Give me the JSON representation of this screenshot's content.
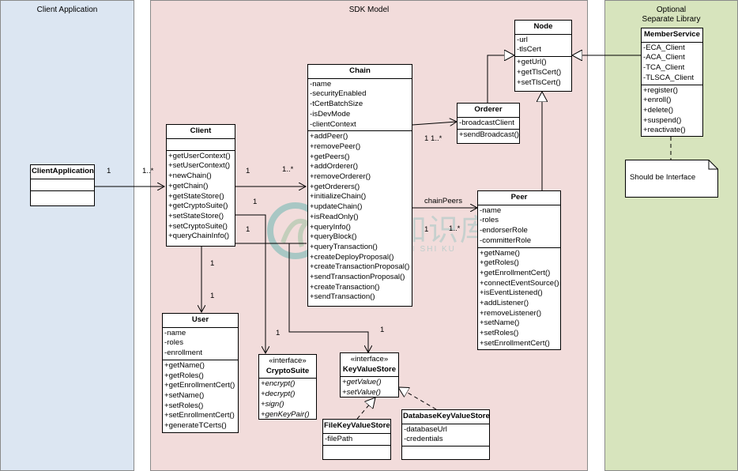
{
  "zones": {
    "client": "Client Application",
    "sdk": "SDK Model",
    "optional_line1": "Optional",
    "optional_line2": "Separate Library"
  },
  "classes": {
    "client_application": {
      "name": "ClientApplication"
    },
    "client": {
      "name": "Client",
      "methods": [
        "+getUserContext()",
        "+setUserContext()",
        "+newChain()",
        "+getChain()",
        "+getStateStore()",
        "+getCryptoSuite()",
        "+setStateStore()",
        "+setCryptoSuite()",
        "+queryChainInfo()"
      ]
    },
    "chain": {
      "name": "Chain",
      "attrs": [
        "-name",
        "-securityEnabled",
        "-tCertBatchSize",
        "-isDevMode",
        "-clientContext"
      ],
      "methods": [
        "+addPeer()",
        "+removePeer()",
        "+getPeers()",
        "+addOrderer()",
        "+removeOrderer()",
        "+getOrderers()",
        "+initializeChain()",
        "+updateChain()",
        "+isReadOnly()",
        "+queryInfo()",
        "+queryBlock()",
        "+queryTransaction()",
        "+createDeployProposal()",
        "+createTransactionProposal()",
        "+sendTransactionProposal()",
        "+createTransaction()",
        "+sendTransaction()"
      ]
    },
    "node": {
      "name": "Node",
      "attrs": [
        "-url",
        "-tlsCert"
      ],
      "methods": [
        "+getUrl()",
        "+getTlsCert()",
        "+setTlsCert()"
      ]
    },
    "orderer": {
      "name": "Orderer",
      "attrs": [
        "-broadcastClient"
      ],
      "methods": [
        "+sendBroadcast()"
      ]
    },
    "peer": {
      "name": "Peer",
      "attrs": [
        "-name",
        "-roles",
        "-endorserRole",
        "-committerRole"
      ],
      "methods": [
        "+getName()",
        "+getRoles()",
        "+getEnrollmentCert()",
        "+connectEventSource()",
        "+isEventListened()",
        "+addListener()",
        "+removeListener()",
        "+setName()",
        "+setRoles()",
        "+setEnrollmentCert()"
      ]
    },
    "member_service": {
      "name": "MemberService",
      "attrs": [
        "-ECA_Client",
        "-ACA_Client",
        "-TCA_Client",
        "-TLSCA_Client"
      ],
      "methods": [
        "+register()",
        "+enroll()",
        "+delete()",
        "+suspend()",
        "+reactivate()"
      ]
    },
    "user": {
      "name": "User",
      "attrs": [
        "-name",
        "-roles",
        "-enrollment"
      ],
      "methods": [
        "+getName()",
        "+getRoles()",
        "+getEnrollmentCert()",
        "+setName()",
        "+setRoles()",
        "+setEnrollmentCert()",
        "+generateTCerts()"
      ]
    },
    "crypto_suite": {
      "stereotype": "«interface»",
      "name": "CryptoSuite",
      "methods": [
        "+encrypt()",
        "+decrypt()",
        "+sign()",
        "+genKeyPair()"
      ]
    },
    "key_value_store": {
      "stereotype": "«interface»",
      "name": "KeyValueStore",
      "methods": [
        "+getValue()",
        "+setValue()"
      ]
    },
    "file_key_value_store": {
      "name": "FileKeyValueStore",
      "attrs": [
        "-filePath"
      ]
    },
    "database_key_value_store": {
      "name": "DatabaseKeyValueStore",
      "attrs": [
        "-databaseUrl",
        "-credentials"
      ]
    }
  },
  "note": "Should be Interface",
  "labels": {
    "ca_one": "1",
    "ca_many": "1..*",
    "client_chain_one": "1",
    "client_chain_many": "1..*",
    "chain_orderer": "1 1..*",
    "chain_peers_name": "chainPeers",
    "chain_peer_one": "1",
    "chain_peer_many": "1..*",
    "client_user_one_a": "1",
    "client_user_one_b": "1",
    "client_crypto_one": "1",
    "client_kvs_one": "1",
    "client_misc_one_a": "1",
    "client_misc_one_b": "1"
  },
  "watermark": {
    "text": "小牛知识库",
    "subtext": "XIAO NIU ZHI SHI KU"
  },
  "colors": {
    "client_zone": "#dce6f2",
    "sdk_zone": "#f2dcdb",
    "optional_zone": "#d7e4bd"
  }
}
